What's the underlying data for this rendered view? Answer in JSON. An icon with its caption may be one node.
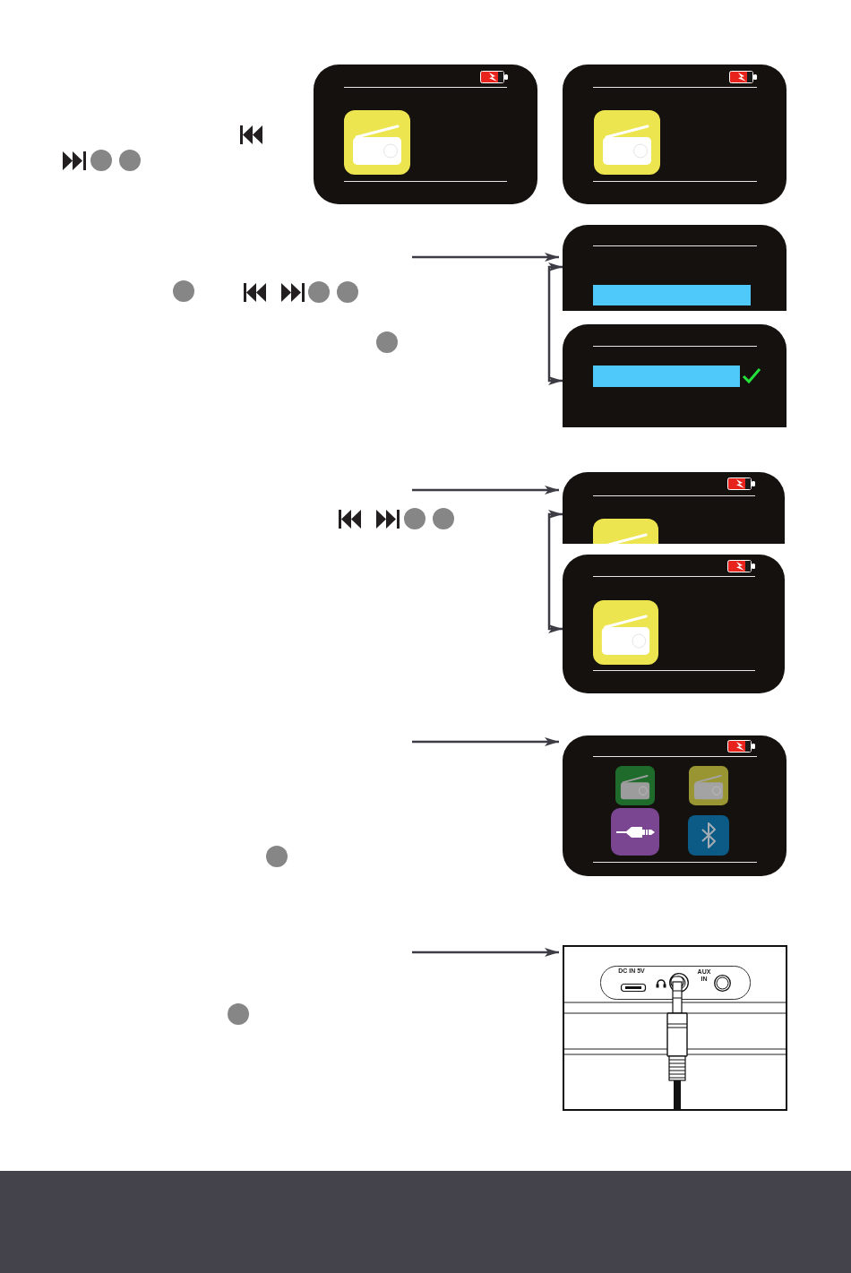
{
  "diagram": {
    "nodes": [
      {
        "text": [],
        "shape": "box"
      },
      {
        "text": [],
        "shape": "box"
      },
      {
        "text": [],
        "shape": "box"
      },
      {
        "text": [],
        "shape": "bar",
        "in": 2
      },
      {
        "text": [],
        "shape": "box"
      },
      {
        "text": [],
        "shape": "bar",
        "in": 4
      },
      {
        "text": [],
        "shape": "box"
      },
      {
        "text": [],
        "shape": "box"
      },
      {
        "text": [],
        "shape": "box"
      },
      {
        "text": [],
        "shape": "picture"
      }
    ],
    "edges": [
      {
        "from": null,
        "to": 2,
        "arrow": "to"
      },
      {
        "from": 2,
        "to": 4,
        "arrow": "both"
      },
      {
        "from": null,
        "to": 6,
        "arrow": "to"
      },
      {
        "from": 6,
        "to": 7,
        "arrow": "both"
      },
      {
        "from": null,
        "to": 8,
        "arrow": "to"
      },
      {
        "from": null,
        "to": 9,
        "arrow": "to"
      }
    ],
    "labels": [
      "DC IN 5V",
      "AUX IN"
    ]
  }
}
